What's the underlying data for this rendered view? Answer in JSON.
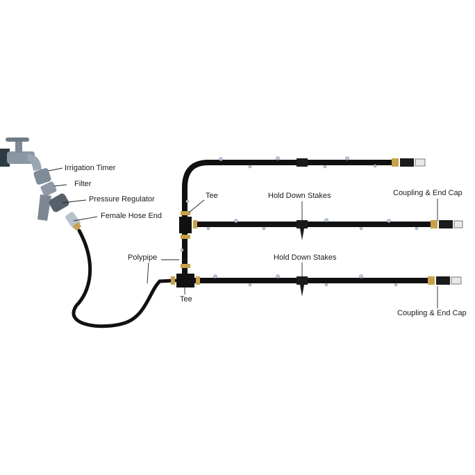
{
  "labels": {
    "irrigation_timer": "Irrigation Timer",
    "filter": "Filter",
    "pressure_regulator": "Pressure Regulator",
    "female_hose_end": "Female Hose End",
    "polypipe": "Polypipe",
    "tee_upper": "Tee",
    "tee_lower": "Tee",
    "hold_down_stakes_upper": "Hold Down Stakes",
    "hold_down_stakes_lower": "Hold Down Stakes",
    "coupling_end_cap_upper": "Coupling & End Cap",
    "coupling_end_cap_lower": "Coupling & End Cap"
  },
  "colors": {
    "pipe": "#111111",
    "fitting_brass": "#c8a24a",
    "tap_metal": "#8a96a3",
    "water_drop": "#b8c6d6",
    "leader_line": "#222222"
  },
  "icons": [
    "tap-icon",
    "timer-icon",
    "filter-icon",
    "regulator-icon",
    "hose-end-icon",
    "tee-fitting-icon",
    "stake-icon",
    "end-cap-icon"
  ]
}
